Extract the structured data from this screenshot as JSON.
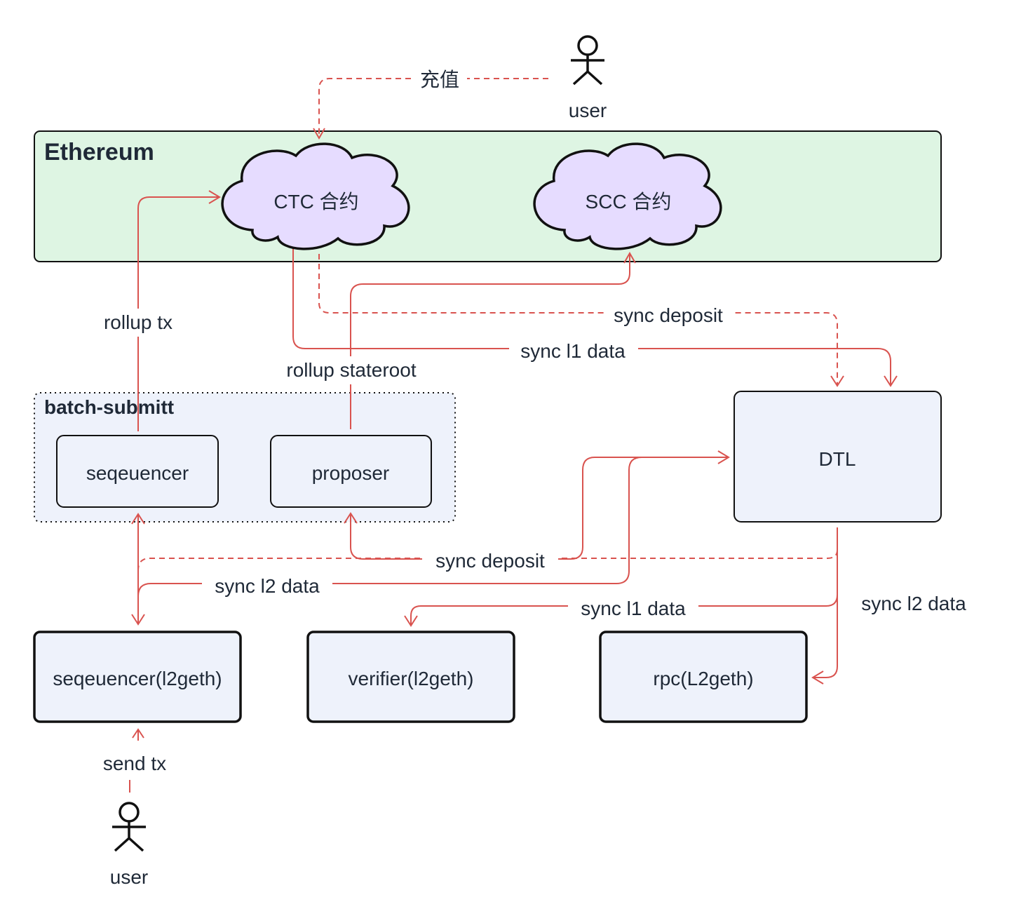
{
  "groups": {
    "ethereum": {
      "title": "Ethereum",
      "fill": "#def5e3"
    },
    "batch_submitter": {
      "title": "batch-submitt",
      "fill": "#eef2fb"
    }
  },
  "nodes": {
    "ctc": "CTC 合约",
    "scc": "SCC 合约",
    "seq_submitter": "seqeuencer",
    "proposer": "proposer",
    "dtl": "DTL",
    "seq_l2geth": "seqeuencer(l2geth)",
    "verifier": "verifier(l2geth)",
    "rpc": "rpc(L2geth)"
  },
  "actors": {
    "top_user": "user",
    "bottom_user": "user"
  },
  "edges": {
    "deposit_cn": "充值",
    "rollup_tx": "rollup tx",
    "rollup_stateroot": "rollup stateroot",
    "sync_deposit_top": "sync deposit",
    "sync_l1_data_top": "sync l1 data",
    "sync_deposit_mid": "sync deposit",
    "sync_l2_data_mid": "sync l2 data",
    "sync_l1_data_bottom": "sync l1 data",
    "sync_l2_data_right": "sync l2 data",
    "send_tx": "send tx"
  },
  "colors": {
    "edge": "#d9534f",
    "node_fill": "#eef2fb",
    "cloud_fill": "#e6dcff",
    "ethereum_fill": "#def5e3"
  }
}
